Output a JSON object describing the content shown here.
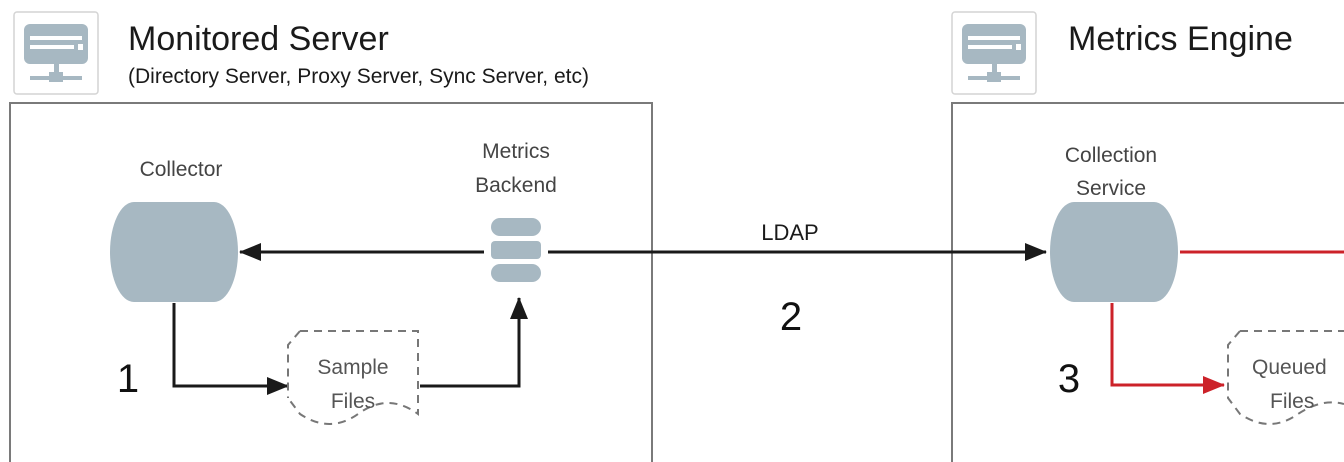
{
  "colors": {
    "black_arrow": "#1a1a1a",
    "red_arrow": "#cc2229",
    "node_fill": "#a7b8c2",
    "box_border": "#7a7a7a"
  },
  "monitored_server": {
    "title": "Monitored Server",
    "subtitle": "(Directory Server, Proxy Server, Sync Server, etc)",
    "icon": "server-icon",
    "collector_label": "Collector",
    "backend_label_line1": "Metrics",
    "backend_label_line2": "Backend",
    "backend_icon": "database-icon",
    "files_label_line1": "Sample",
    "files_label_line2": "Files",
    "step": "1"
  },
  "link": {
    "protocol": "LDAP",
    "step": "2"
  },
  "metrics_engine": {
    "title": "Metrics Engine",
    "icon": "server-icon",
    "service_label_line1": "Collection",
    "service_label_line2": "Service",
    "files_label_line1": "Queued",
    "files_label_line2": "Files",
    "step": "3"
  }
}
